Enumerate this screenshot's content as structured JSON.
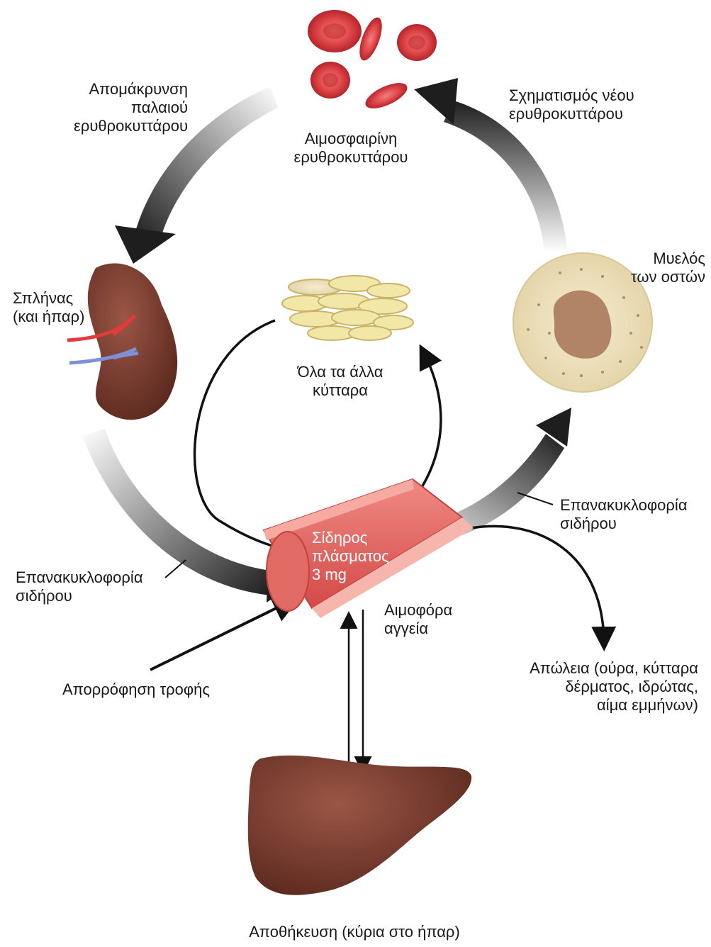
{
  "labels": {
    "old_rbc_removal": [
      "Απομάκρυνση",
      "παλαιού",
      "ερυθροκυττάρου"
    ],
    "hemoglobin": [
      "Αιμοσφαιρίνη",
      "ερυθροκυττάρου"
    ],
    "new_rbc_formation": [
      "Σχηματισμός νέου",
      "ερυθροκυττάρου"
    ],
    "spleen": [
      "Σπλήνας",
      "(και ήπαρ)"
    ],
    "bone_marrow": [
      "Μυελός",
      "των οστών"
    ],
    "other_cells": [
      "Όλα τα άλλα",
      "κύτταρα"
    ],
    "plasma_iron": [
      "Σίδηρος",
      "πλάσματος",
      "3 mg"
    ],
    "recirculation_left": [
      "Επανακυκλοφορία",
      "σιδήρου"
    ],
    "recirculation_right": [
      "Επανακυκλοφορία",
      "σιδήρου"
    ],
    "blood_vessels": [
      "Αιμοφόρα",
      "αγγεία"
    ],
    "food_absorption": "Απορρόφηση τροφής",
    "losses": [
      "Απώλεια (ούρα, κύτταρα",
      "δέρματος, ιδρώτας,",
      "αίμα εμμήνων)"
    ],
    "storage": "Αποθήκευση (κύρια στο ήπαρ)"
  },
  "colors": {
    "arrow_dark": "#2a2a2a",
    "rbc": "#d8383d",
    "organ": "#7a3b2c",
    "vessel": "#e0605a",
    "marrow": "#efe3c0",
    "cells": "#f3e7a8"
  }
}
